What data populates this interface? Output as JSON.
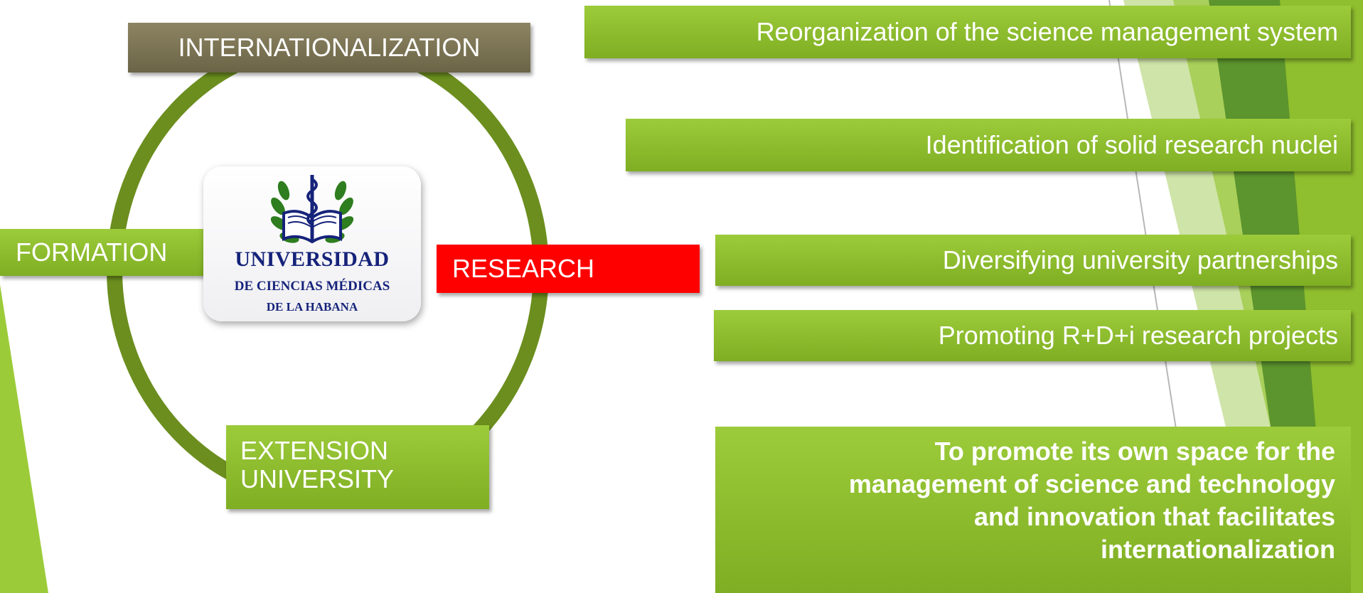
{
  "center": {
    "logo": {
      "name": "UNIVERSIDAD",
      "line2": "DE CIENCIAS MÉDICAS",
      "line3": "DE LA HABANA",
      "emblem_icon": "caduceus-book-laurel-emblem"
    }
  },
  "cycle_nodes": {
    "top": "INTERNATIONALIZATION",
    "left": "FORMATION",
    "right": "RESEARCH",
    "bottom_line1": "EXTENSION",
    "bottom_line2": "UNIVERSITY"
  },
  "actions": [
    "Reorganization of the science management system",
    "Identification of solid research nuclei",
    "Diversifying university partnerships",
    "Promoting R+D+i research projects"
  ],
  "goal": [
    "To promote its own space for the",
    "management of science and technology",
    "and innovation that facilitates",
    "internationalization"
  ],
  "colors": {
    "green": "#8fbe2e",
    "dark_green": "#6b8e1e",
    "olive": "#7a7352",
    "research_red": "#ff0000",
    "logo_blue": "#16237a"
  }
}
